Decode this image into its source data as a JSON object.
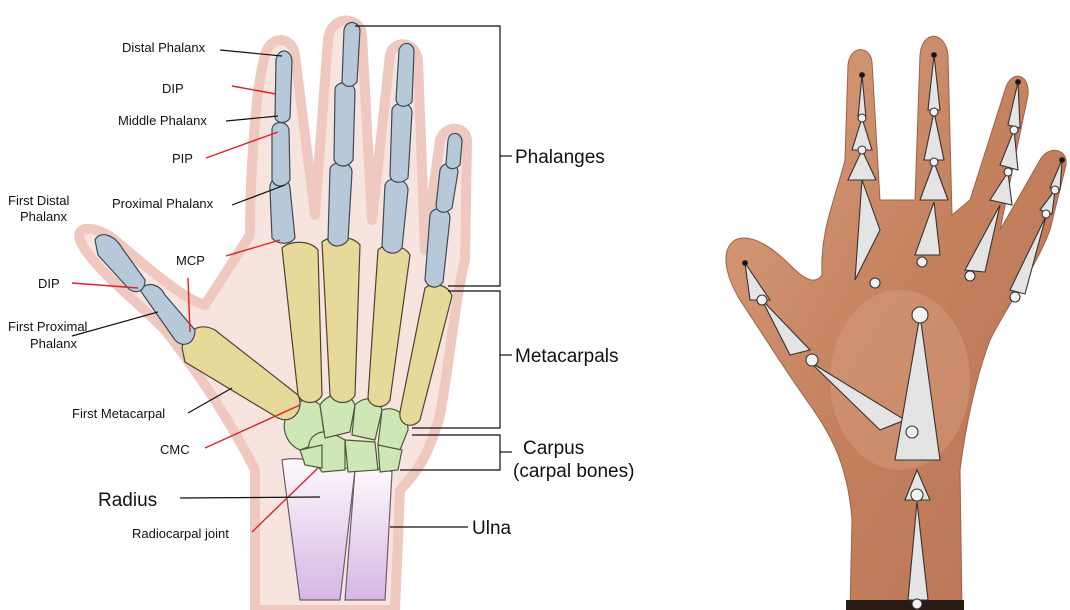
{
  "anatomy_labels": {
    "distal_phalanx": "Distal Phalanx",
    "dip": "DIP",
    "middle_phalanx": "Middle Phalanx",
    "pip": "PIP",
    "proximal_phalanx": "Proximal Phalanx",
    "first_distal_phalanx_1": "First Distal",
    "first_distal_phalanx_2": "Phalanx",
    "mcp": "MCP",
    "thumb_dip": "DIP",
    "first_proximal_phalanx_1": "First Proximal",
    "first_proximal_phalanx_2": "Phalanx",
    "first_metacarpal": "First Metacarpal",
    "cmc": "CMC",
    "radius": "Radius",
    "radiocarpal_joint": "Radiocarpal joint",
    "phalanges": "Phalanges",
    "metacarpals": "Metacarpals",
    "carpus_1": "Carpus",
    "carpus_2": "(carpal bones)",
    "ulna": "Ulna"
  },
  "colors": {
    "phalanx_bone": "#b7c9d9",
    "metacarpal_bone": "#e6d99a",
    "carpal_bone": "#cfe7b4",
    "forearm_bone": "#d9c6e6",
    "hand_outline": "#f4d8d3",
    "joint_line": "#e0202a",
    "skin": "#c98a68",
    "rig_bone": "#e4e4e4"
  }
}
